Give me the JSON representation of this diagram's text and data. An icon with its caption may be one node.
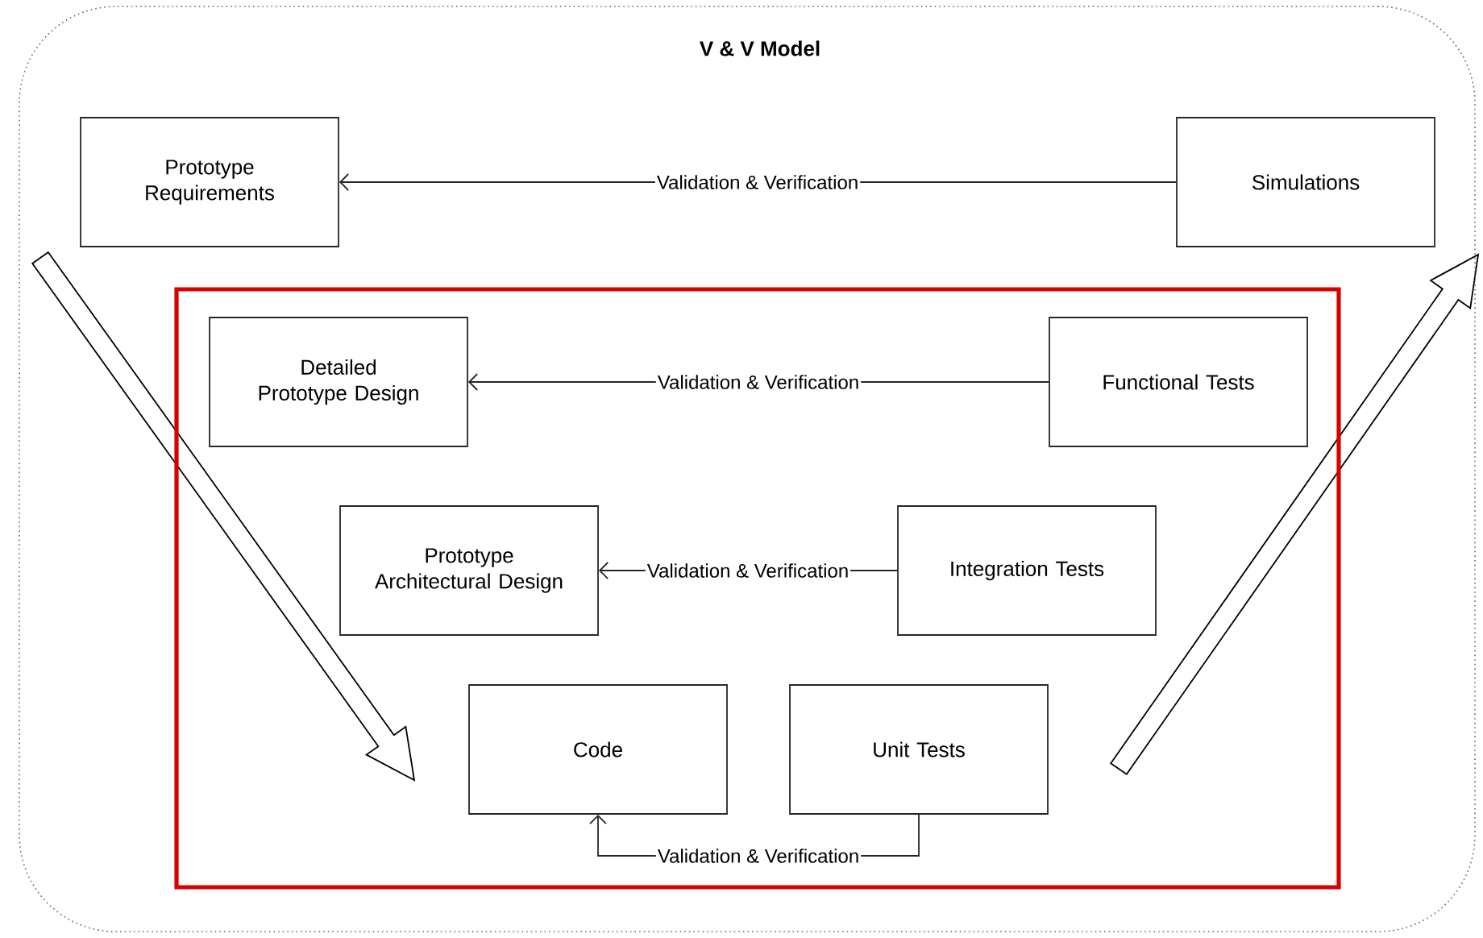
{
  "diagram": {
    "nodes": [
      {
        "text": [
          "V & V Model"
        ]
      },
      {
        "text": [
          "Prototype Requirements"
        ],
        "in": 0
      },
      {
        "text": [
          "Simulations"
        ],
        "in": 0
      },
      {
        "text": [],
        "shape": "box",
        "in": 0
      },
      {
        "text": [
          "Detailed Prototype Design"
        ],
        "in": 3
      },
      {
        "text": [
          "Functional Tests"
        ],
        "in": 3
      },
      {
        "text": [
          "Prototype Architectural Design"
        ],
        "in": 3
      },
      {
        "text": [
          "Integration Tests"
        ],
        "in": 3
      },
      {
        "text": [
          "Code"
        ],
        "in": 3
      },
      {
        "text": [
          "Unit Tests"
        ],
        "in": 3
      }
    ],
    "edges": [
      {
        "from": 2,
        "to": 1,
        "arrow": "to",
        "label": "Validation & Verification"
      },
      {
        "from": 5,
        "to": 4,
        "arrow": "to",
        "label": "Validation & Verification"
      },
      {
        "from": 7,
        "to": 6,
        "arrow": "to",
        "label": "Validation & Verification"
      },
      {
        "from": 9,
        "to": 8,
        "arrow": "to",
        "label": "Validation & Verification"
      }
    ]
  }
}
